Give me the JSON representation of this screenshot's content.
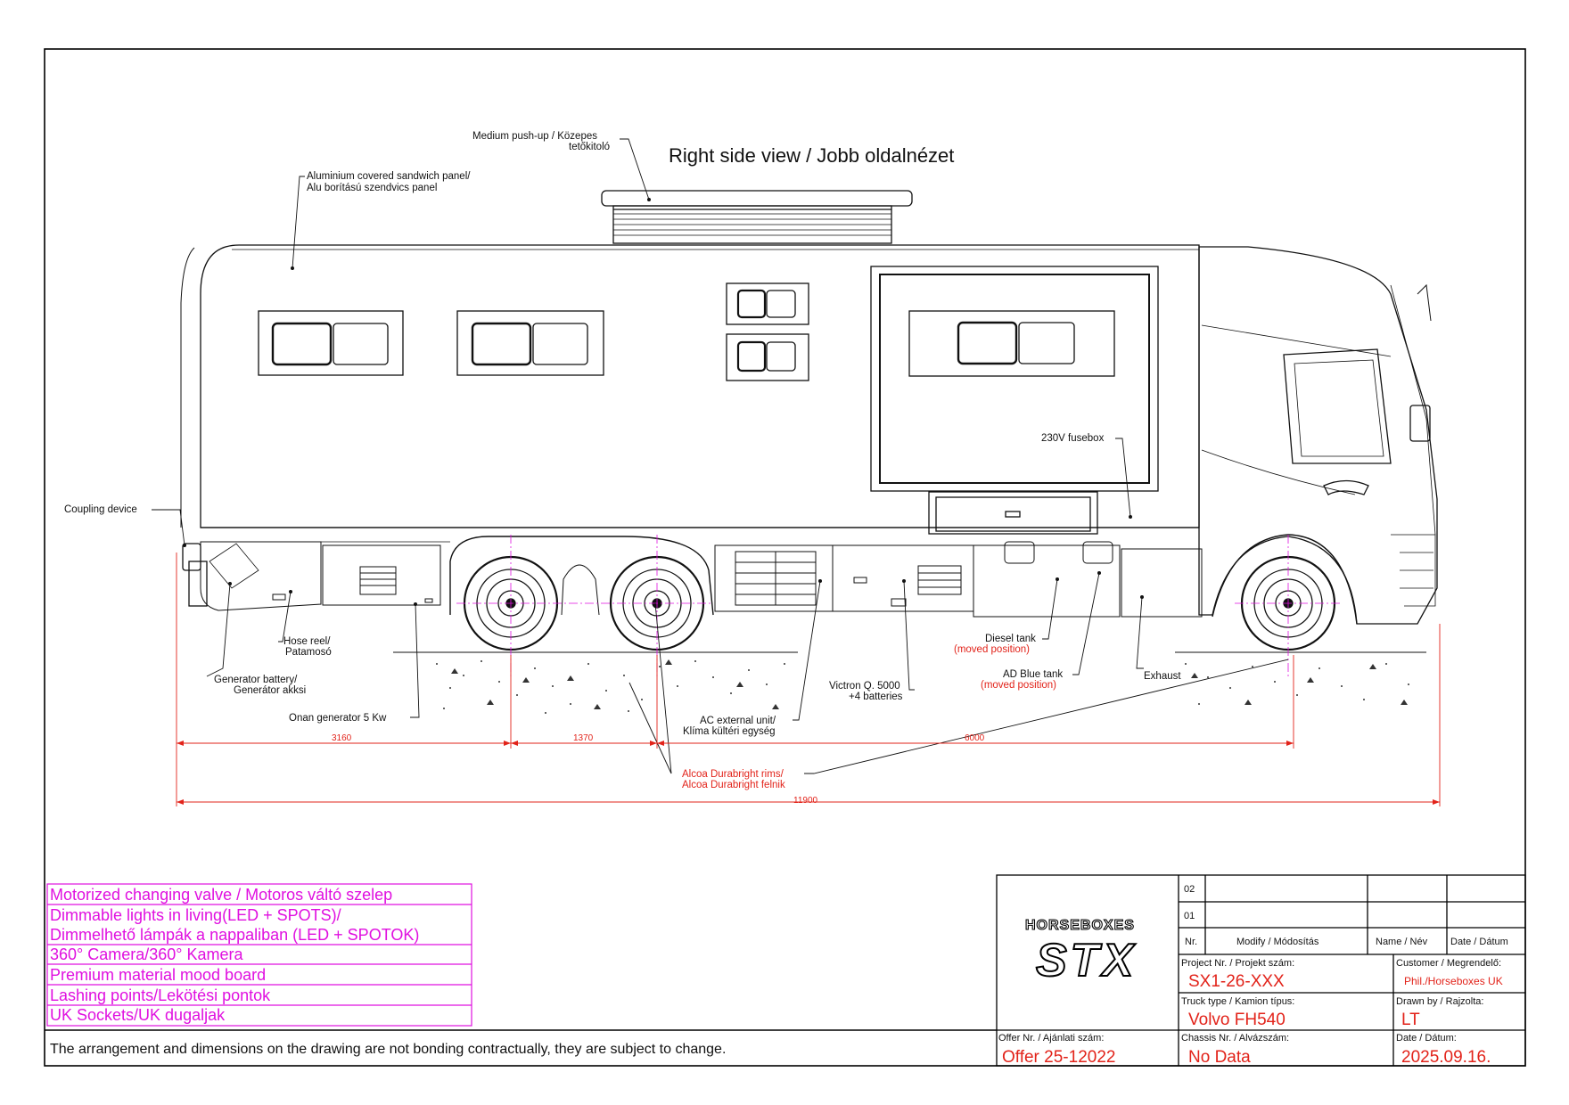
{
  "drawing": {
    "title": "Right side view / Jobb oldalnézet"
  },
  "callouts": {
    "roof_hatch": [
      "Medium push-up / Közepes",
      "tetőkitoló"
    ],
    "sandwich_panel": [
      "Aluminium covered sandwich panel/",
      "Alu borítású szendvics panel"
    ],
    "coupling": "Coupling device",
    "fusebox": "230V fusebox",
    "hose_reel": [
      "Hose reel/",
      "Patamosó"
    ],
    "gen_battery": [
      "Generator battery/",
      "Generátor akksi"
    ],
    "onan": "Onan generator 5 Kw",
    "diesel": "Diesel tank",
    "diesel_note": "(moved position)",
    "adblue": "AD Blue tank",
    "adblue_note": "(moved position)",
    "exhaust": "Exhaust",
    "victron": [
      "Victron Q. 5000",
      "+4 batteries"
    ],
    "ac_unit": [
      "AC external unit/",
      "Klíma kültéri egység"
    ],
    "rims": [
      "Alcoa Durabright rims/",
      "Alcoa Durabright felnik"
    ]
  },
  "dimensions": {
    "d1": "3160",
    "d2": "1370",
    "d3": "6000",
    "total": "11900"
  },
  "features": [
    "Motorized changing valve / Motoros váltó szelep",
    "Dimmable lights in living(LED + SPOTS)/",
    "Dimmelhető lámpák a nappaliban (LED + SPOTOK)",
    "360° Camera/360° Kamera",
    "Premium material mood board",
    "Lashing points/Lekötési pontok",
    "UK Sockets/UK dugaljak"
  ],
  "disclaimer": "The arrangement and dimensions on the drawing are not bonding contractually, they are subject to change.",
  "title_block": {
    "logo_top": "HORSEBOXES",
    "logo_main": "STX",
    "rev_rows": [
      "02",
      "01"
    ],
    "rev_header": {
      "nr": "Nr.",
      "modify": "Modify / Módosítás",
      "name": "Name / Név",
      "date": "Date / Dátum"
    },
    "project_label": "Project Nr. / Projekt szám:",
    "project_value": "SX1-26-XXX",
    "customer_label": "Customer / Megrendelő:",
    "customer_value": "Phil./Horseboxes UK",
    "truck_label": "Truck type / Kamion típus:",
    "truck_value": "Volvo FH540",
    "drawn_label": "Drawn by / Rajzolta:",
    "drawn_value": "LT",
    "offer_label": "Offer Nr. / Ajánlati szám:",
    "offer_value": "Offer 25-12022",
    "chassis_label": "Chassis Nr. / Alvázszám:",
    "chassis_value": "No Data",
    "date_label": "Date / Dátum:",
    "date_value": "2025.09.16."
  },
  "colors": {
    "feature_text": "#e010e0",
    "dimension": "#e2231a",
    "value_text": "#e2231a",
    "axis": "#e010e0"
  }
}
